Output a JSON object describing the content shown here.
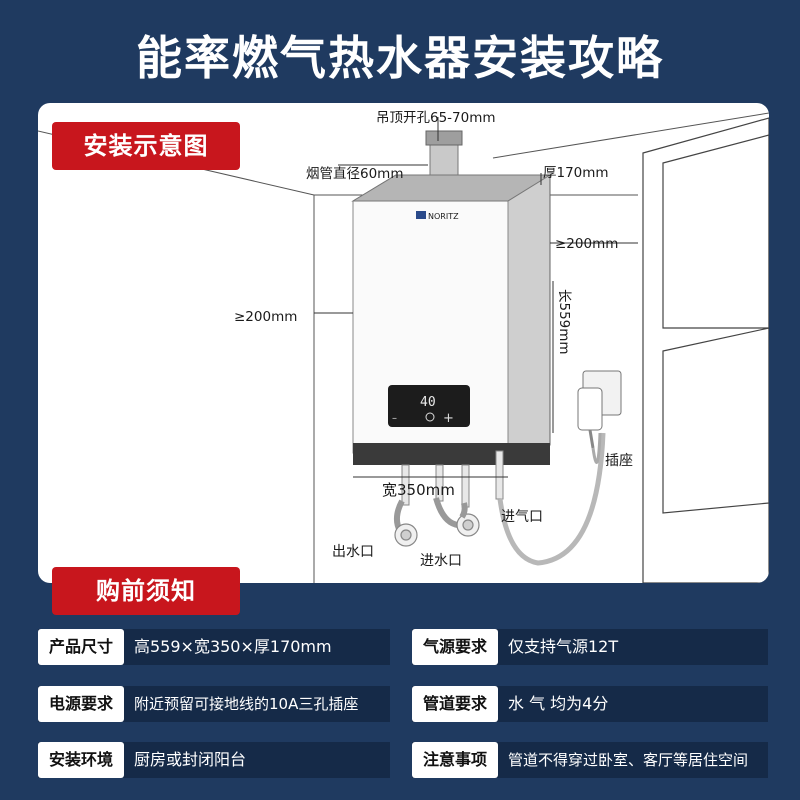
{
  "title": "能率燃气热水器安装攻略",
  "install_tag": "安装示意图",
  "notice_tag": "购前须知",
  "diagram": {
    "ceiling_hole": "吊顶开孔65-70mm",
    "flue_diameter": "烟管直径60mm",
    "thickness": "厚170mm",
    "right_clearance": "≥200mm",
    "left_clearance": "≥200mm",
    "length": "长559mm",
    "width": "宽350mm",
    "socket": "插座",
    "gas_inlet": "进气口",
    "water_outlet": "出水口",
    "water_inlet": "进水口",
    "brand": "NORITZ",
    "display_temp": "40"
  },
  "info": [
    {
      "label": "产品尺寸",
      "value": "高559×宽350×厚170mm"
    },
    {
      "label": "气源要求",
      "value": "仅支持气源12T"
    },
    {
      "label": "电源要求",
      "value": "附近预留可接地线的10A三孔插座"
    },
    {
      "label": "管道要求",
      "value": "水 气 均为4分"
    },
    {
      "label": "安装环境",
      "value": "厨房或封闭阳台"
    },
    {
      "label": "注意事项",
      "value": "管道不得穿过卧室、客厅等居住空间"
    }
  ],
  "colors": {
    "background": "#1f3a60",
    "accent_red": "#c8161d",
    "row_bg": "#152a48"
  }
}
